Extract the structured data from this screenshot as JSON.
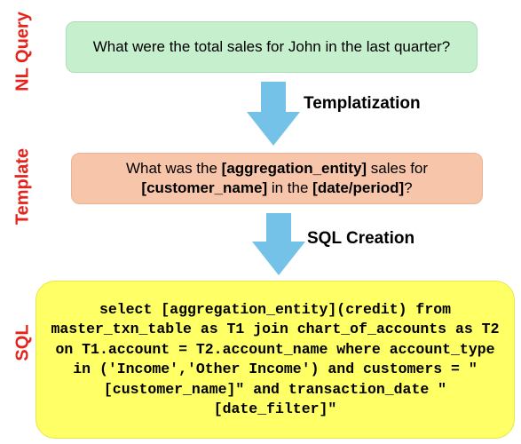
{
  "stages": {
    "nl_query": {
      "label": "NL Query",
      "text": "What were the total sales for John in the last quarter?"
    },
    "template": {
      "label": "Template",
      "text_parts": [
        {
          "text": "What was the ",
          "bold": false
        },
        {
          "text": "[aggregation_entity]",
          "bold": true
        },
        {
          "text": " sales for ",
          "bold": false
        },
        {
          "text": "[customer_name]",
          "bold": true
        },
        {
          "text": " in the ",
          "bold": false
        },
        {
          "text": "[date/period]",
          "bold": true
        },
        {
          "text": "?",
          "bold": false
        }
      ]
    },
    "sql": {
      "label": "SQL",
      "text": "select [aggregation_entity](credit) from master_txn_table as T1 join chart_of_accounts as T2 on T1.account = T2.account_name where account_type in ('Income','Other Income') and customers = \"[customer_name]\" and transaction_date \"[date_filter]\""
    }
  },
  "steps": {
    "templatization": "Templatization",
    "sql_creation": "SQL Creation"
  },
  "colors": {
    "label_red": "#e5231b",
    "nl_box": "#c6efce",
    "template_box": "#f7c6aa",
    "sql_box": "#ffff66",
    "arrow": "#74c2e8"
  }
}
